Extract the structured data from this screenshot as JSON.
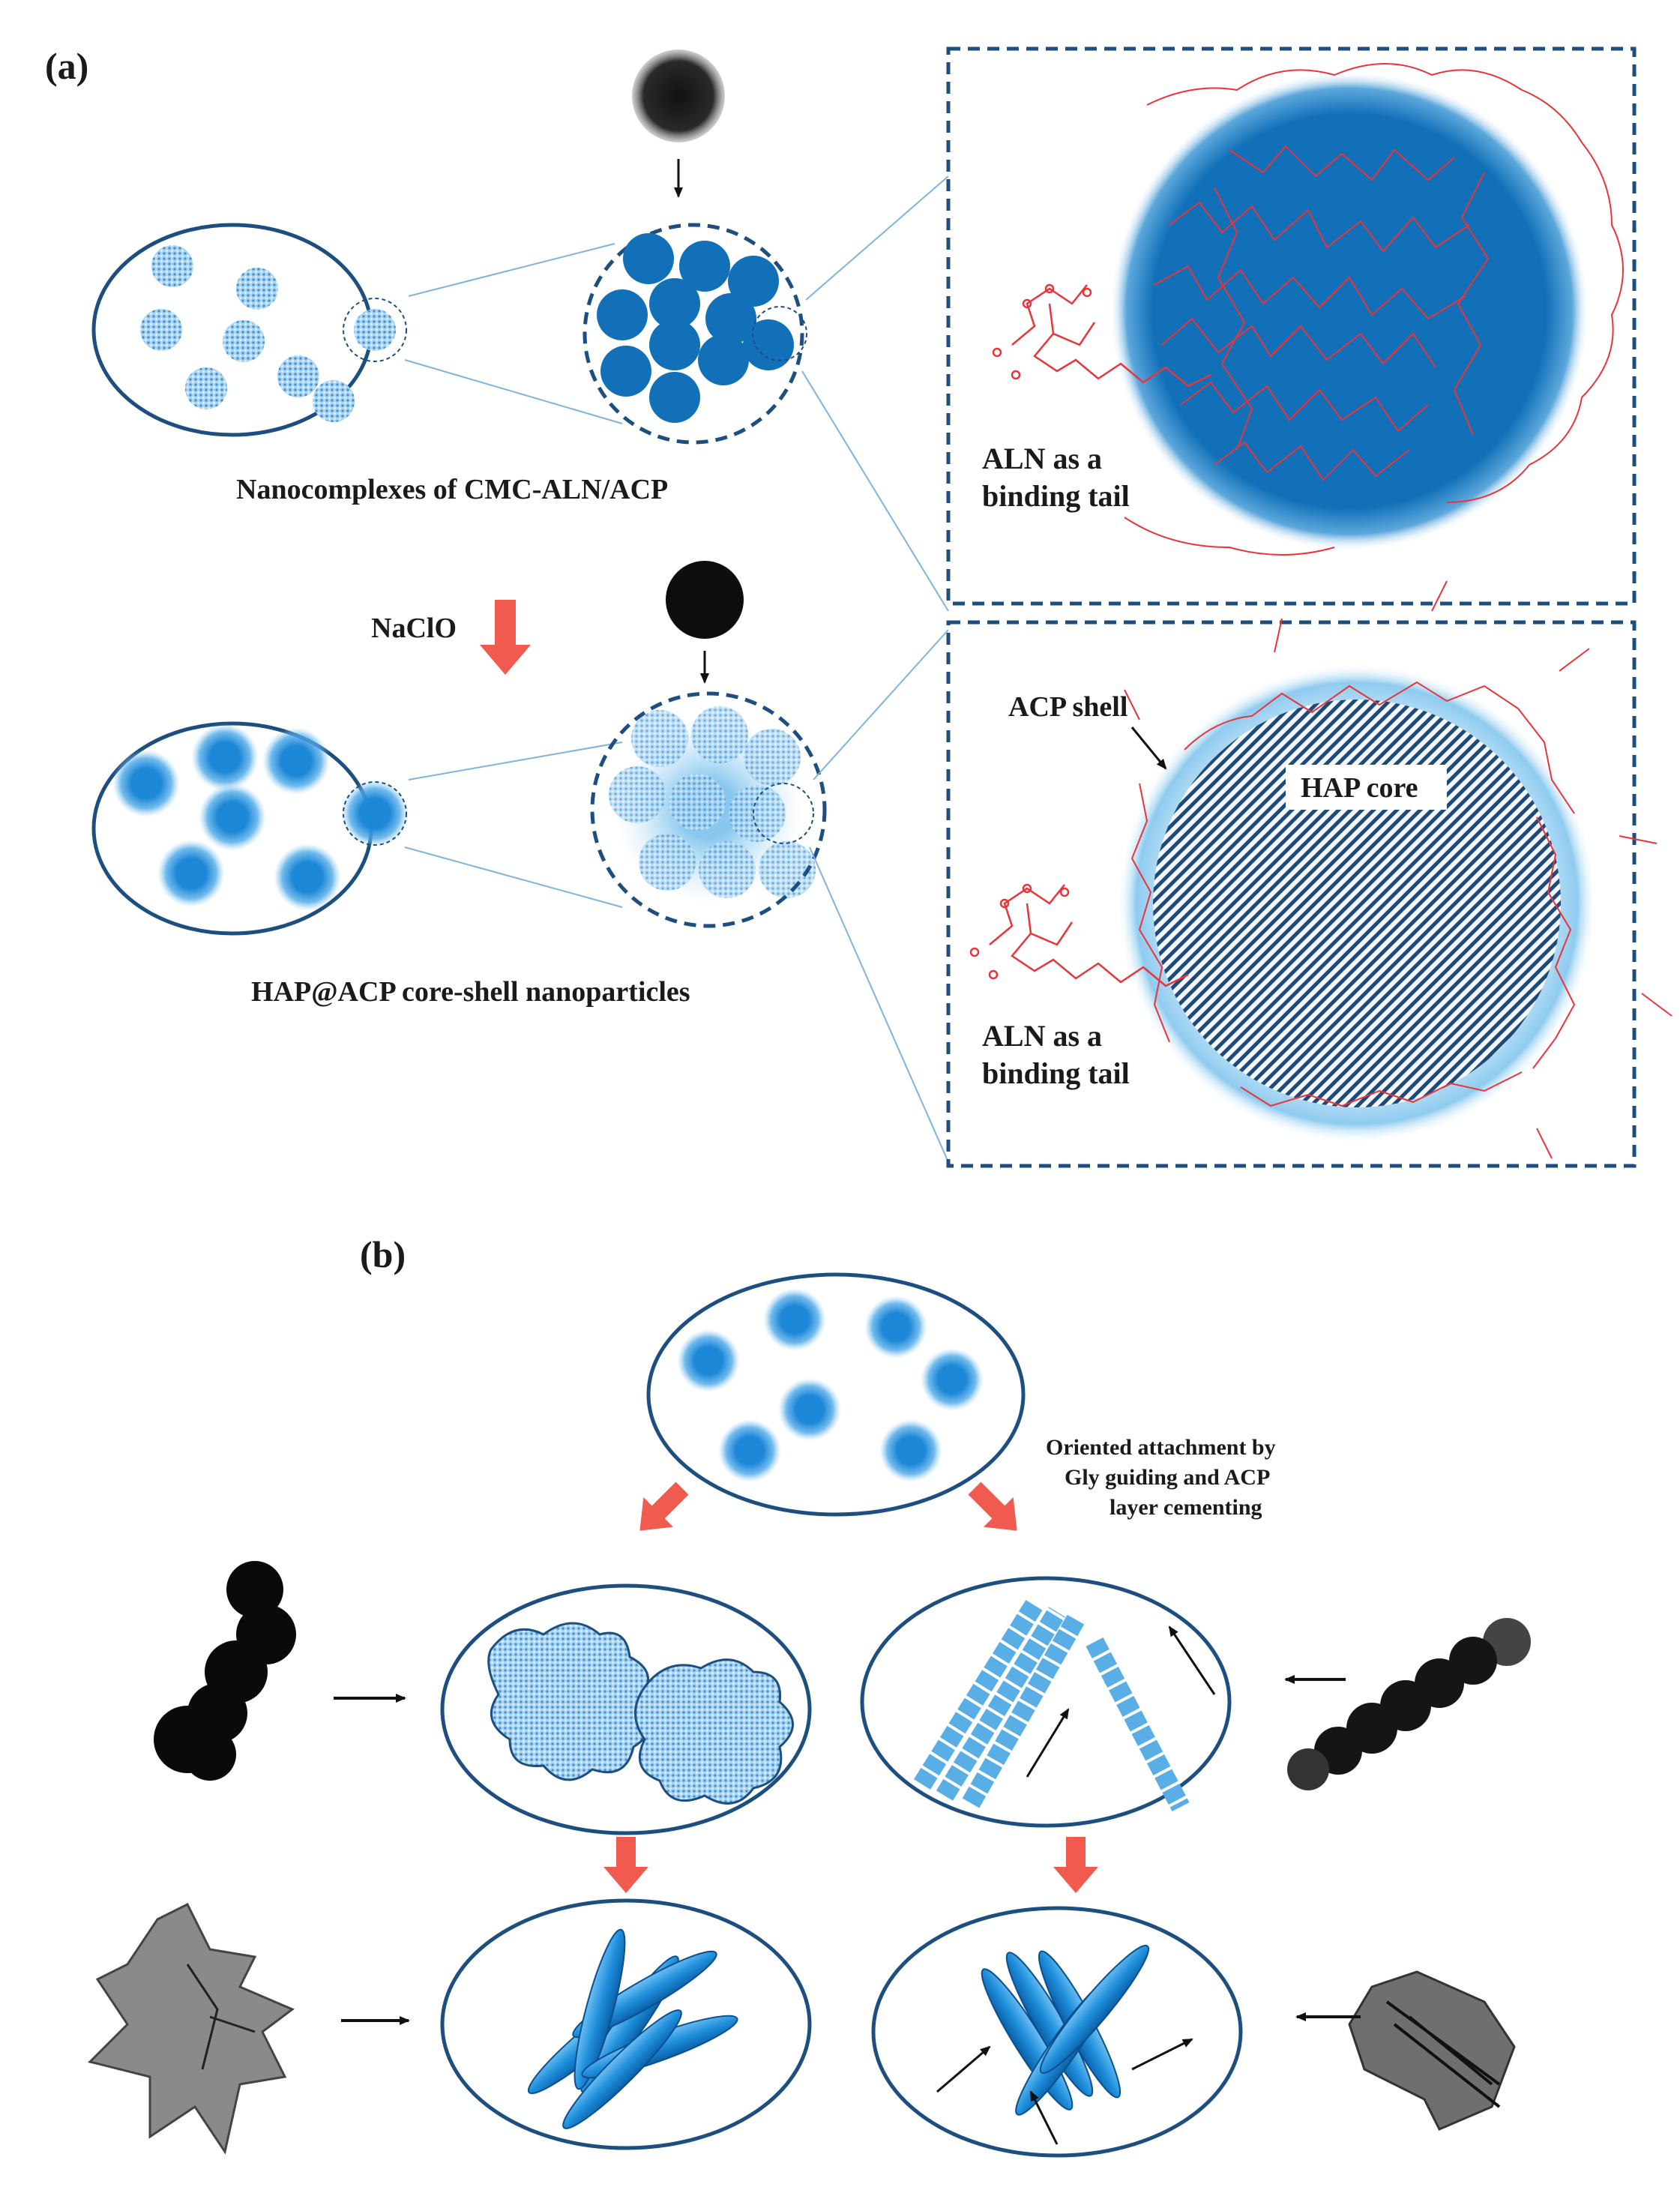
{
  "panel_a": {
    "label": "(a)",
    "caption_top": "Nanocomplexes of CMC-ALN/ACP",
    "reagent": "NaClO",
    "caption_bottom": "HAP@ACP core-shell nanoparticles",
    "zoom_top": {
      "tail_line1": "ALN as a",
      "tail_line2": "binding tail"
    },
    "zoom_bottom": {
      "shell_label": "ACP shell",
      "core_label": "HAP core",
      "tail_line1": "ALN as a",
      "tail_line2": "binding tail"
    }
  },
  "panel_b": {
    "label": "(b)",
    "note_line1": "Oriented attachment by",
    "note_line2": "Gly guiding and ACP",
    "note_line3": "layer cementing"
  },
  "colors": {
    "outline": "#1c4e80",
    "particle_blue": "#1170b8",
    "light_blue": "#8cc8ee",
    "glow_blue": "#2f9be0",
    "polymer_red": "#e8343a",
    "arrow_red": "#f05a4f",
    "dashed_box": "#1c4e80"
  }
}
